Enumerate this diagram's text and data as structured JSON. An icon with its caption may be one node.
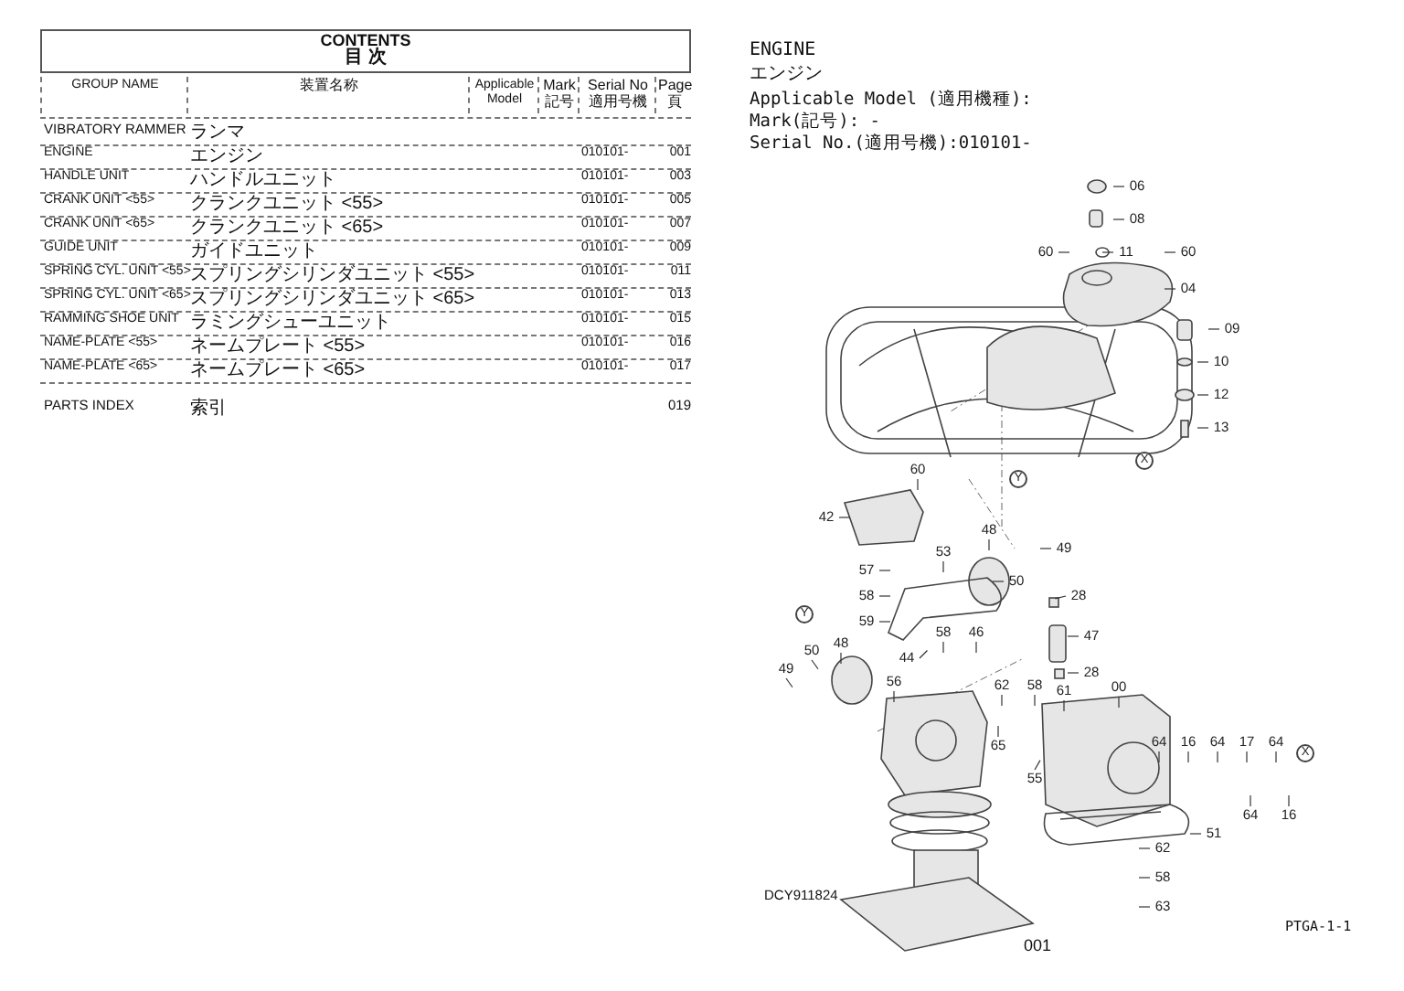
{
  "diagram": {
    "nodes": [
      {
        "text": [
          "CONTENTS",
          "目 次"
        ]
      },
      {
        "text": [
          "06"
        ]
      },
      {
        "text": [
          "08"
        ]
      },
      {
        "text": [
          "60"
        ]
      },
      {
        "text": [
          "11"
        ]
      },
      {
        "text": [
          "60"
        ]
      },
      {
        "text": [
          "04"
        ]
      },
      {
        "text": [
          "09"
        ]
      },
      {
        "text": [
          "10"
        ]
      },
      {
        "text": [
          "12"
        ]
      },
      {
        "text": [
          "13"
        ]
      },
      {
        "text": [
          "X"
        ]
      },
      {
        "text": [
          "60"
        ]
      },
      {
        "text": [
          "Y"
        ]
      },
      {
        "text": [
          "42"
        ]
      },
      {
        "text": [
          "48"
        ]
      },
      {
        "text": [
          "49"
        ]
      },
      {
        "text": [
          "50"
        ]
      },
      {
        "text": [
          "53"
        ]
      },
      {
        "text": [
          "57"
        ]
      },
      {
        "text": [
          "58"
        ]
      },
      {
        "text": [
          "28"
        ]
      },
      {
        "text": [
          "59"
        ]
      },
      {
        "text": [
          "Y"
        ]
      },
      {
        "text": [
          "48"
        ]
      },
      {
        "text": [
          "58"
        ]
      },
      {
        "text": [
          "46"
        ]
      },
      {
        "text": [
          "47"
        ]
      },
      {
        "text": [
          "50"
        ]
      },
      {
        "text": [
          "44"
        ]
      },
      {
        "text": [
          "49"
        ]
      },
      {
        "text": [
          "28"
        ]
      },
      {
        "text": [
          "56"
        ]
      },
      {
        "text": [
          "00"
        ]
      },
      {
        "text": [
          "62"
        ]
      },
      {
        "text": [
          "58"
        ]
      },
      {
        "text": [
          "61"
        ]
      },
      {
        "text": [
          "65"
        ]
      },
      {
        "text": [
          "55"
        ]
      },
      {
        "text": [
          "64"
        ]
      },
      {
        "text": [
          "16"
        ]
      },
      {
        "text": [
          "64"
        ]
      },
      {
        "text": [
          "17"
        ]
      },
      {
        "text": [
          "64"
        ]
      },
      {
        "text": [
          "X"
        ]
      },
      {
        "text": [
          "64"
        ]
      },
      {
        "text": [
          "16"
        ]
      },
      {
        "text": [
          "51"
        ]
      },
      {
        "text": [
          "62"
        ]
      },
      {
        "text": [
          "58"
        ]
      },
      {
        "text": [
          "63"
        ]
      }
    ],
    "edges": [
      {
        "from": 1,
        "to": null,
        "arrow": "none"
      },
      {
        "from": 2,
        "to": null,
        "arrow": "none"
      },
      {
        "from": 3,
        "to": null,
        "arrow": "none"
      },
      {
        "from": 4,
        "to": null,
        "arrow": "none"
      },
      {
        "from": 5,
        "to": null,
        "arrow": "none"
      },
      {
        "from": 6,
        "to": null,
        "arrow": "none"
      },
      {
        "from": 7,
        "to": null,
        "arrow": "none"
      },
      {
        "from": 8,
        "to": null,
        "arrow": "none"
      },
      {
        "from": 9,
        "to": null,
        "arrow": "none"
      },
      {
        "from": 10,
        "to": null,
        "arrow": "none"
      },
      {
        "from": 12,
        "to": null,
        "arrow": "none"
      },
      {
        "from": 14,
        "to": null,
        "arrow": "none"
      },
      {
        "from": 15,
        "to": null,
        "arrow": "none"
      },
      {
        "from": 16,
        "to": null,
        "arrow": "none"
      },
      {
        "from": 17,
        "to": null,
        "arrow": "none"
      },
      {
        "from": 18,
        "to": null,
        "arrow": "none"
      },
      {
        "from": 19,
        "to": null,
        "arrow": "none"
      },
      {
        "from": 20,
        "to": null,
        "arrow": "none"
      },
      {
        "from": 21,
        "to": null,
        "arrow": "none"
      },
      {
        "from": 22,
        "to": null,
        "arrow": "none"
      },
      {
        "from": 24,
        "to": null,
        "arrow": "none"
      },
      {
        "from": 25,
        "to": null,
        "arrow": "none"
      },
      {
        "from": 26,
        "to": null,
        "arrow": "none"
      },
      {
        "from": 27,
        "to": null,
        "arrow": "none"
      },
      {
        "from": 28,
        "to": null,
        "arrow": "none"
      },
      {
        "from": 29,
        "to": null,
        "arrow": "none"
      },
      {
        "from": 30,
        "to": null,
        "arrow": "none"
      },
      {
        "from": 31,
        "to": null,
        "arrow": "none"
      },
      {
        "from": 32,
        "to": null,
        "arrow": "none"
      },
      {
        "from": 33,
        "to": null,
        "arrow": "none"
      },
      {
        "from": 34,
        "to": null,
        "arrow": "none"
      },
      {
        "from": 35,
        "to": null,
        "arrow": "none"
      },
      {
        "from": 36,
        "to": null,
        "arrow": "none"
      },
      {
        "from": 37,
        "to": null,
        "arrow": "none"
      },
      {
        "from": 38,
        "to": null,
        "arrow": "none"
      },
      {
        "from": 39,
        "to": null,
        "arrow": "none"
      },
      {
        "from": 40,
        "to": null,
        "arrow": "none"
      },
      {
        "from": 41,
        "to": null,
        "arrow": "none"
      },
      {
        "from": 42,
        "to": null,
        "arrow": "none"
      },
      {
        "from": 43,
        "to": null,
        "arrow": "none"
      },
      {
        "from": 45,
        "to": null,
        "arrow": "none"
      },
      {
        "from": 46,
        "to": null,
        "arrow": "none"
      },
      {
        "from": 47,
        "to": null,
        "arrow": "none"
      },
      {
        "from": 48,
        "to": null,
        "arrow": "none"
      },
      {
        "from": 49,
        "to": null,
        "arrow": "none"
      },
      {
        "from": 50,
        "to": null,
        "arrow": "none"
      }
    ],
    "labels": [
      "GROUP NAME",
      "装置名称",
      "Applicable Model",
      "Mark 記号",
      "Serial No 適用号機",
      "Page 頁",
      "VIBRATORY RAMMER",
      "ランマ",
      "ENGINE",
      "エンジン",
      "010101-",
      "001",
      "HANDLE UNIT",
      "ハンドルユニット",
      "010101-",
      "003",
      "CRANK UNIT <55>",
      "クランクユニット <55>",
      "010101-",
      "005",
      "CRANK UNIT <65>",
      "クランクユニット <65>",
      "010101-",
      "007",
      "GUIDE UNIT",
      "ガイドユニット",
      "010101-",
      "009",
      "SPRING CYL. UNIT <55>",
      "スプリングシリンダユニット <55>",
      "010101-",
      "011",
      "SPRING CYL. UNIT <65>",
      "スプリングシリンダユニット <65>",
      "010101-",
      "013",
      "RAMMING SHOE UNIT",
      "ラミングシューユニット",
      "010101-",
      "015",
      "NAME-PLATE <55>",
      "ネームプレート <55>",
      "010101-",
      "016",
      "NAME-PLATE <65>",
      "ネームプレート <65>",
      "010101-",
      "017",
      "PARTS INDEX",
      "索引",
      "019",
      "ENGINE",
      "エンジン",
      "Applicable Model (適用機種):",
      "Mark(記号): -",
      "Serial No.(適用号機):010101-",
      "DCY911824",
      "PTGA-1-1",
      "001"
    ]
  }
}
